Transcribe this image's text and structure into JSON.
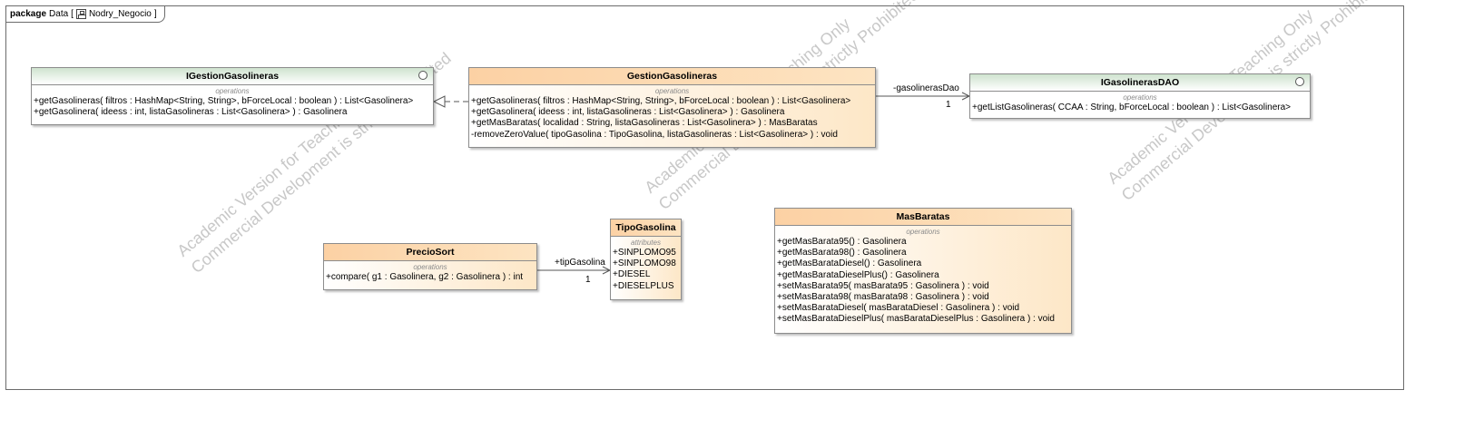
{
  "frame": {
    "keyword": "package",
    "name": "Data",
    "diagram_name": "Nodry_Negocio"
  },
  "watermark": {
    "line1": "Academic Version for Teaching Only",
    "line2": "Commercial Development is strictly Prohibited"
  },
  "classes": {
    "igestion": {
      "name": "IGestionGasolineras",
      "section": "operations",
      "ops": [
        "+getGasolineras( filtros : HashMap<String, String>, bForceLocal : boolean ) : List<Gasolinera>",
        "+getGasolinera( ideess : int, listaGasolineras : List<Gasolinera> ) : Gasolinera"
      ]
    },
    "gestion": {
      "name": "GestionGasolineras",
      "section": "operations",
      "ops": [
        "+getGasolineras( filtros : HashMap<String, String>, bForceLocal : boolean ) : List<Gasolinera>",
        "+getGasolinera( ideess : int, listaGasolineras : List<Gasolinera> ) : Gasolinera",
        "+getMasBaratas( localidad : String, listaGasolineras : List<Gasolinera> ) : MasBaratas",
        "-removeZeroValue( tipoGasolina : TipoGasolina, listaGasolineras : List<Gasolinera> ) : void"
      ]
    },
    "idao": {
      "name": "IGasolinerasDAO",
      "section": "operations",
      "ops": [
        "+getListGasolineras( CCAA : String, bForceLocal : boolean ) : List<Gasolinera>"
      ]
    },
    "tipo": {
      "name": "TipoGasolina",
      "section": "attributes",
      "attrs": [
        "+SINPLOMO95",
        "+SINPLOMO98",
        "+DIESEL",
        "+DIESELPLUS"
      ]
    },
    "precio": {
      "name": "PrecioSort",
      "section": "operations",
      "ops": [
        "+compare( g1 : Gasolinera, g2 : Gasolinera ) : int"
      ]
    },
    "masbaratas": {
      "name": "MasBaratas",
      "section": "operations",
      "ops": [
        "+getMasBarata95() : Gasolinera",
        "+getMasBarata98() : Gasolinera",
        "+getMasBarataDiesel() : Gasolinera",
        "+getMasBarataDieselPlus() : Gasolinera",
        "+setMasBarata95( masBarata95 : Gasolinera ) : void",
        "+setMasBarata98( masBarata98 : Gasolinera ) : void",
        "+setMasBarataDiesel( masBarataDiesel : Gasolinera ) : void",
        "+setMasBarataDieselPlus( masBarataDieselPlus : Gasolinera ) : void"
      ]
    }
  },
  "associations": {
    "dao_role": "-gasolinerasDao",
    "dao_mult": "1",
    "tipo_role": "+tipGasolina",
    "tipo_mult": "1"
  },
  "colors": {
    "interface_header": "#cfe3cf",
    "class_header": "#fcd1a4",
    "frame_border": "#6b6b6b"
  }
}
